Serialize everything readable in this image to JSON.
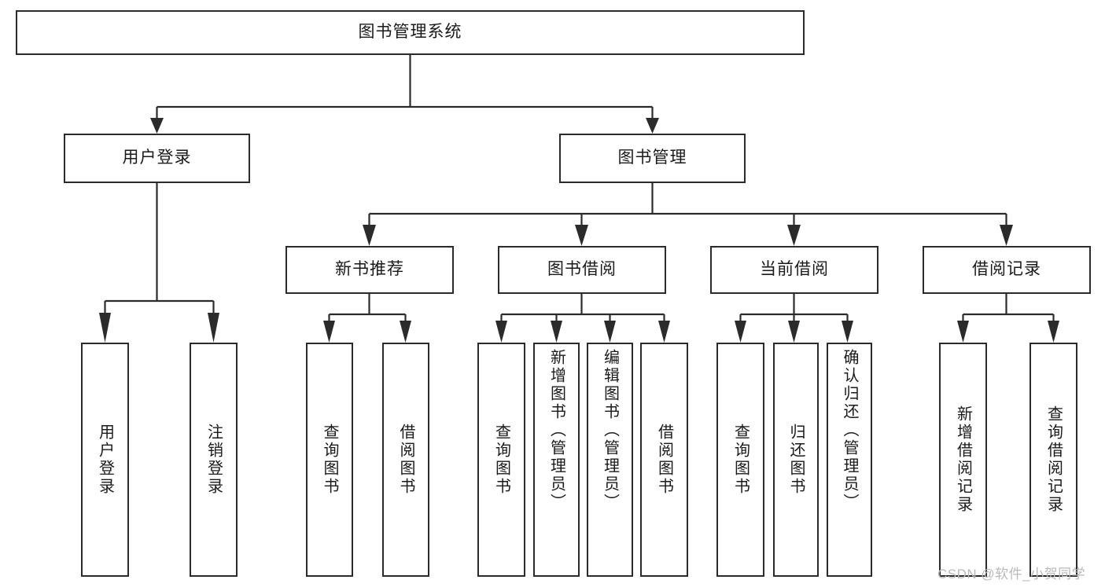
{
  "diagram": {
    "title": "图书管理系统",
    "type": "tree",
    "root": {
      "label": "图书管理系统"
    },
    "level1": [
      {
        "label": "用户登录"
      },
      {
        "label": "图书管理"
      }
    ],
    "level2": [
      {
        "label": "新书推荐"
      },
      {
        "label": "图书借阅"
      },
      {
        "label": "当前借阅"
      },
      {
        "label": "借阅记录"
      }
    ],
    "leaves": {
      "user_login": [
        {
          "label": "用户登录"
        },
        {
          "label": "注销登录"
        }
      ],
      "new_book_recommend": [
        {
          "label": "查询图书"
        },
        {
          "label": "借阅图书"
        }
      ],
      "book_borrow": [
        {
          "label": "查询图书"
        },
        {
          "label": "新增图书（管理员）"
        },
        {
          "label": "编辑图书（管理员）"
        },
        {
          "label": "借阅图书"
        }
      ],
      "current_borrow": [
        {
          "label": "查询图书"
        },
        {
          "label": "归还图书"
        },
        {
          "label": "确认归还（管理员）"
        }
      ],
      "borrow_record": [
        {
          "label": "新增借阅记录"
        },
        {
          "label": "查询借阅记录"
        }
      ]
    }
  },
  "watermark": {
    "text": "CSDN @软件_小贺同学"
  },
  "colors": {
    "stroke": "#2b2b2b",
    "text": "#1a1a1a",
    "background": "#ffffff",
    "watermark": "#b9b9b9"
  }
}
